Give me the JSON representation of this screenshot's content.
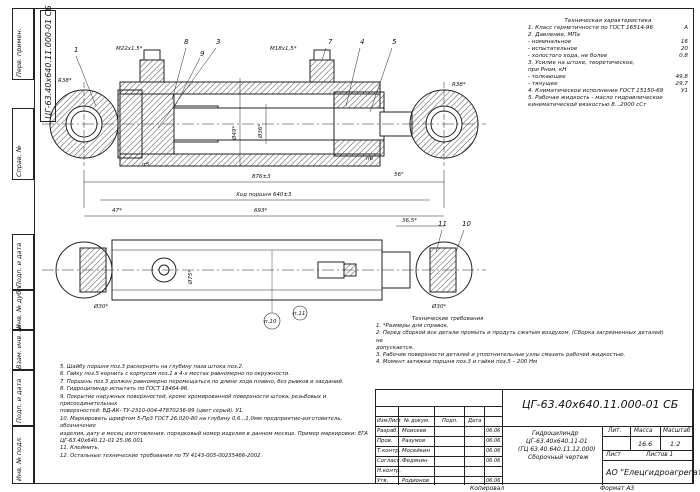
{
  "sidebar": {
    "labels": [
      "Перв. примен.",
      "Справ. №",
      "Инв. № подл.",
      "Подп. и дата",
      "Взам. инв. №",
      "Инв. № дубл.",
      "Подп. и дата"
    ]
  },
  "stamp": {
    "code": "ЦГ-63.40х640.11.000-01 СБ"
  },
  "drawing": {
    "callouts": [
      "1",
      "8",
      "9",
      "3",
      "7",
      "4",
      "5",
      "11",
      "10"
    ],
    "dims": {
      "r_left": "R38*",
      "thread_left": "М22х1,5*",
      "thread_mid": "М18х1,5*",
      "r_right": "R38*",
      "d49": "Ø49*",
      "d36": "Ø36*",
      "p5": "п5",
      "p6": "п6",
      "angle": "56°",
      "len_876": "876±3",
      "stroke": "Ход поршня 640±3",
      "len_47": "47*",
      "len_693": "693*",
      "len_365": "36,5*",
      "d75": "Ø75*",
      "d30a": "Ø30*",
      "d30b": "Ø30*",
      "p10": "п.10",
      "p11": "п.11"
    }
  },
  "tech_spec": {
    "title": "Техническая характеристика",
    "lines": [
      {
        "text": "1. Класс герметичности по ГОСТ 16514-96",
        "val": "А"
      },
      {
        "text": "2. Давление, МПа",
        "val": ""
      },
      {
        "text": "  - номинальное",
        "val": "16"
      },
      {
        "text": "  - испытательное",
        "val": "20"
      },
      {
        "text": "  - холостого хода, не более",
        "val": "0,8"
      },
      {
        "text": "3. Усилие на штоке, теоретическое,",
        "val": ""
      },
      {
        "text": "при Pном, кН",
        "val": ""
      },
      {
        "text": "  - толкающее",
        "val": "49,8"
      },
      {
        "text": "  - тянущее",
        "val": "29,7"
      },
      {
        "text": "4. Климатическое исполнение ГОСТ 15150-69",
        "val": "У1"
      },
      {
        "text": "5. Рабочая жидкость - масло гидравлическое",
        "val": ""
      },
      {
        "text": "кинематической вязкостью 8...2000 сСт",
        "val": ""
      }
    ]
  },
  "requirements": {
    "title": "Технические требования",
    "lines": [
      "1. *Размеры для справок.",
      "2. Перед сборкой все детали промыть и продуть сжатым воздухом. (Сборка загрязненных деталей) не",
      "допускается.",
      "3. Рабочие поверхности деталей и уплотнительные узлы смазать рабочей жидкостью.",
      "4. Момент затяжки поршня поз.3 и гайки поз.5 – 200 Нм"
    ]
  },
  "notes": [
    "5. Шайбу поршня поз.3 раскернить на глубину паза штока поз.2.",
    "6. Гайку поз.5 кернить с корпусом поз.1 в 4-х местах равномерно по окружности.",
    "7. Поршень поз.3 должен равномерно перемещаться по длине хода плавно, без рывков и заеданий.",
    "8. Гидроцилиндр испытать по ГОСТ 18464-96.",
    "9. Покрытие наружных поверхностей, кроме хромированной поверхности штока, резьбовых и присоединительных",
    "поверхностей: ВД-АК- ТУ-2310-004-47870236-99 (цвет серый). У1.",
    "10. Маркировать шрифтом 5-Пр3 ГОСТ 26.020-80 на глубину 0,6...1,0мм предприятие-изготовитель, обозначение",
    "изделия, дату и месяц изготовления, порядковый номер изделия в данном месяце. Пример маркировки: ЕГА",
    "ЦГ-63.40х640.11-01 25.06.001",
    "11. Клеймить.",
    "12. Остальные технические требования по ТУ 4143-005-00235466-2002."
  ],
  "title_block": {
    "code": "ЦГ-63.40х640.11.000-01 СБ",
    "name1": "Гидроцилиндр",
    "name2": "ЦГ-63.40х640.11-01",
    "name3": "(ГЦ 63.40.640.11.12.000)",
    "name4": "Сборочный чертеж",
    "col_lit": "Лит.",
    "col_mass": "Масса",
    "col_scale": "Масштаб",
    "mass": "16.6",
    "scale": "1:2",
    "sheet": "Лист",
    "sheets": "Листов 1",
    "org": "АО \"Елецгидроагрегат\"",
    "hdr": [
      "Изм.",
      "Лист",
      "№ докум.",
      "Подп.",
      "Дата"
    ],
    "roles": [
      {
        "role": "Разраб.",
        "name": "Моисеев",
        "date": "06.06"
      },
      {
        "role": "Пров.",
        "name": "Разумов",
        "date": "06.06"
      },
      {
        "role": "Т.контр.",
        "name": "Мосейкин",
        "date": "06.06"
      },
      {
        "role": "Согласс.",
        "name": "Федянин",
        "date": "06.06"
      },
      {
        "role": "Н.контр.",
        "name": "",
        "date": ""
      },
      {
        "role": "Утв.",
        "name": "Родионов",
        "date": "06.06"
      }
    ],
    "copied": "Копировал",
    "format": "Формат   А3"
  }
}
